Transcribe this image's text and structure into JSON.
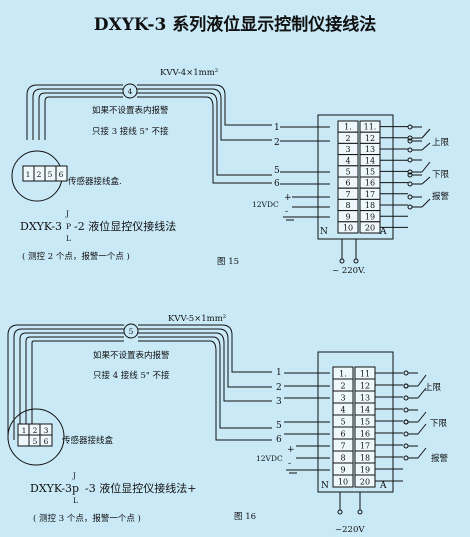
{
  "title": "DXYK-3 系列液位显示控制仪接线法",
  "diagram1": {
    "cable_number": "4",
    "cable_label": "KVV-4×1mm²",
    "note_line1": "如果不设置表内报警",
    "note_line2": "只接 3 接线 5\" 不接",
    "sensor_pins": [
      "1",
      "2",
      "5",
      "6"
    ],
    "sensor_box_label": "传感器接线盒.",
    "model_prefix": "DXYK-3",
    "model_sup": "J",
    "model_mid": "P",
    "model_sub": "L",
    "model_suffix": "-2 液位显控仪接线法",
    "subtitle": "( 测控 2 个点，报警一个点 )",
    "figure": "图 15",
    "wire_labels": [
      "1",
      "2",
      "5",
      "6"
    ],
    "power_label": "12VDC",
    "terminals_left": [
      "1.",
      "2",
      "3",
      "4",
      "5",
      "6",
      "7",
      "8",
      "9",
      "10"
    ],
    "terminals_right": [
      "11.",
      "12",
      "13",
      "14",
      "15",
      "16",
      "17",
      "18",
      "19",
      "20"
    ],
    "n_label": "N",
    "a_label": "A",
    "ac_label": "~ 220V.",
    "relay_labels": [
      "上限",
      "下限",
      "报警"
    ]
  },
  "diagram2": {
    "cable_number": "5",
    "cable_label": "KVV-5×1mm²",
    "note_line1": "如果不设置表内报警",
    "note_line2": "只接 4 接线 5\" 不接",
    "sensor_pins": [
      "1",
      "2",
      "3",
      "5",
      "6"
    ],
    "sensor_box_label": "传感器接线盒",
    "model_prefix": "DXYK-3p",
    "model_sup": "J",
    "model_sub": "L",
    "model_suffix": "-3 液位显控仪接线法+",
    "subtitle": "( 测控 3 个点，报警一个点 )",
    "figure": "图 16",
    "wire_labels": [
      "1",
      "2",
      "3",
      "5",
      "6"
    ],
    "power_label": "12VDC",
    "terminals_left": [
      "1.",
      "2",
      "3",
      "4",
      "5",
      "6",
      "7",
      "8",
      "9",
      "10"
    ],
    "terminals_right": [
      "11",
      "12",
      "13",
      "14",
      "15",
      "16",
      "17",
      "18",
      "19",
      "20"
    ],
    "n_label": "N",
    "a_label": "A",
    "ac_label": "~220V",
    "relay_labels": [
      "上限",
      "下限",
      "报警"
    ]
  }
}
